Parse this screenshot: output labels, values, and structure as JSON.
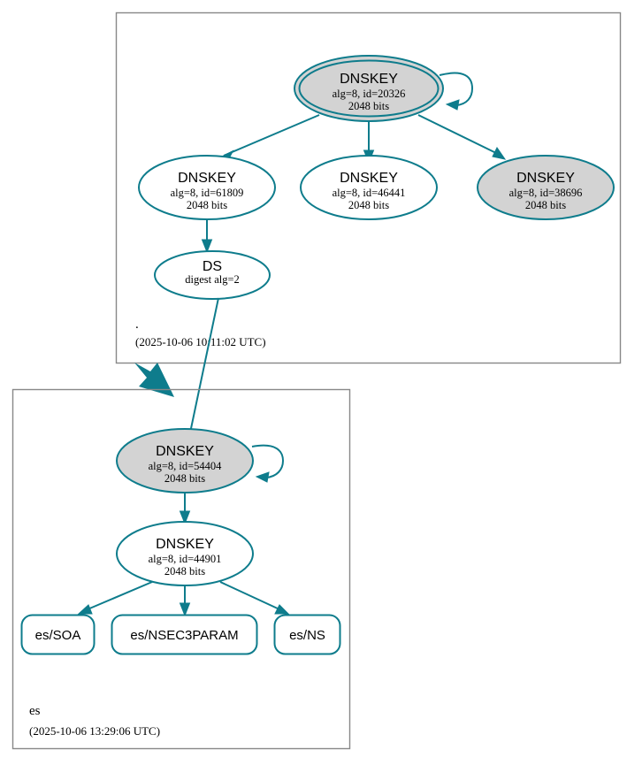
{
  "diagram": {
    "type": "dnssec-authentication-chain",
    "colors": {
      "edge": "#0e7c8c",
      "node_stroke": "#0e7c8c",
      "secure_fill": "#d3d3d3",
      "plain_fill": "#ffffff",
      "cluster_border": "#888888",
      "text": "#000000"
    }
  },
  "zones": [
    {
      "id": "root",
      "name": ".",
      "timestamp": "(2025-10-06 10:11:02 UTC)",
      "nodes": [
        {
          "id": "root-ksk-20326",
          "kind": "DNSKEY",
          "title": "DNSKEY",
          "line2": "alg=8, id=20326",
          "line3": "2048 bits",
          "shape": "doublecircle",
          "fill": "#d3d3d3",
          "self_signed": true
        },
        {
          "id": "root-zsk-61809",
          "kind": "DNSKEY",
          "title": "DNSKEY",
          "line2": "alg=8, id=61809",
          "line3": "2048 bits",
          "shape": "ellipse",
          "fill": "#ffffff",
          "self_signed": false
        },
        {
          "id": "root-zsk-46441",
          "kind": "DNSKEY",
          "title": "DNSKEY",
          "line2": "alg=8, id=46441",
          "line3": "2048 bits",
          "shape": "ellipse",
          "fill": "#ffffff",
          "self_signed": false
        },
        {
          "id": "root-key-38696",
          "kind": "DNSKEY",
          "title": "DNSKEY",
          "line2": "alg=8, id=38696",
          "line3": "2048 bits",
          "shape": "ellipse",
          "fill": "#d3d3d3",
          "self_signed": false
        },
        {
          "id": "root-ds",
          "kind": "DS",
          "title": "DS",
          "line2": "digest alg=2",
          "line3": "",
          "shape": "ellipse",
          "fill": "#ffffff",
          "self_signed": false
        }
      ]
    },
    {
      "id": "es",
      "name": "es",
      "timestamp": "(2025-10-06 13:29:06 UTC)",
      "nodes": [
        {
          "id": "es-ksk-54404",
          "kind": "DNSKEY",
          "title": "DNSKEY",
          "line2": "alg=8, id=54404",
          "line3": "2048 bits",
          "shape": "ellipse",
          "fill": "#d3d3d3",
          "self_signed": true
        },
        {
          "id": "es-zsk-44901",
          "kind": "DNSKEY",
          "title": "DNSKEY",
          "line2": "alg=8, id=44901",
          "line3": "2048 bits",
          "shape": "ellipse",
          "fill": "#ffffff",
          "self_signed": false
        }
      ],
      "rrsets": [
        {
          "id": "es-soa",
          "label": "es/SOA"
        },
        {
          "id": "es-nsec3param",
          "label": "es/NSEC3PARAM"
        },
        {
          "id": "es-ns",
          "label": "es/NS"
        }
      ]
    }
  ],
  "edges": [
    {
      "from": "root-ksk-20326",
      "to": "root-ksk-20326",
      "kind": "self-sign"
    },
    {
      "from": "root-ksk-20326",
      "to": "root-zsk-61809",
      "kind": "sign"
    },
    {
      "from": "root-ksk-20326",
      "to": "root-zsk-46441",
      "kind": "sign"
    },
    {
      "from": "root-ksk-20326",
      "to": "root-key-38696",
      "kind": "sign"
    },
    {
      "from": "root-zsk-61809",
      "to": "root-ds",
      "kind": "sign"
    },
    {
      "from": "root-ds",
      "to": "es-ksk-54404",
      "kind": "delegation"
    },
    {
      "from": "es-ksk-54404",
      "to": "es-ksk-54404",
      "kind": "self-sign"
    },
    {
      "from": "es-ksk-54404",
      "to": "es-zsk-44901",
      "kind": "sign"
    },
    {
      "from": "es-zsk-44901",
      "to": "es-soa",
      "kind": "sign"
    },
    {
      "from": "es-zsk-44901",
      "to": "es-nsec3param",
      "kind": "sign"
    },
    {
      "from": "es-zsk-44901",
      "to": "es-ns",
      "kind": "sign"
    }
  ]
}
